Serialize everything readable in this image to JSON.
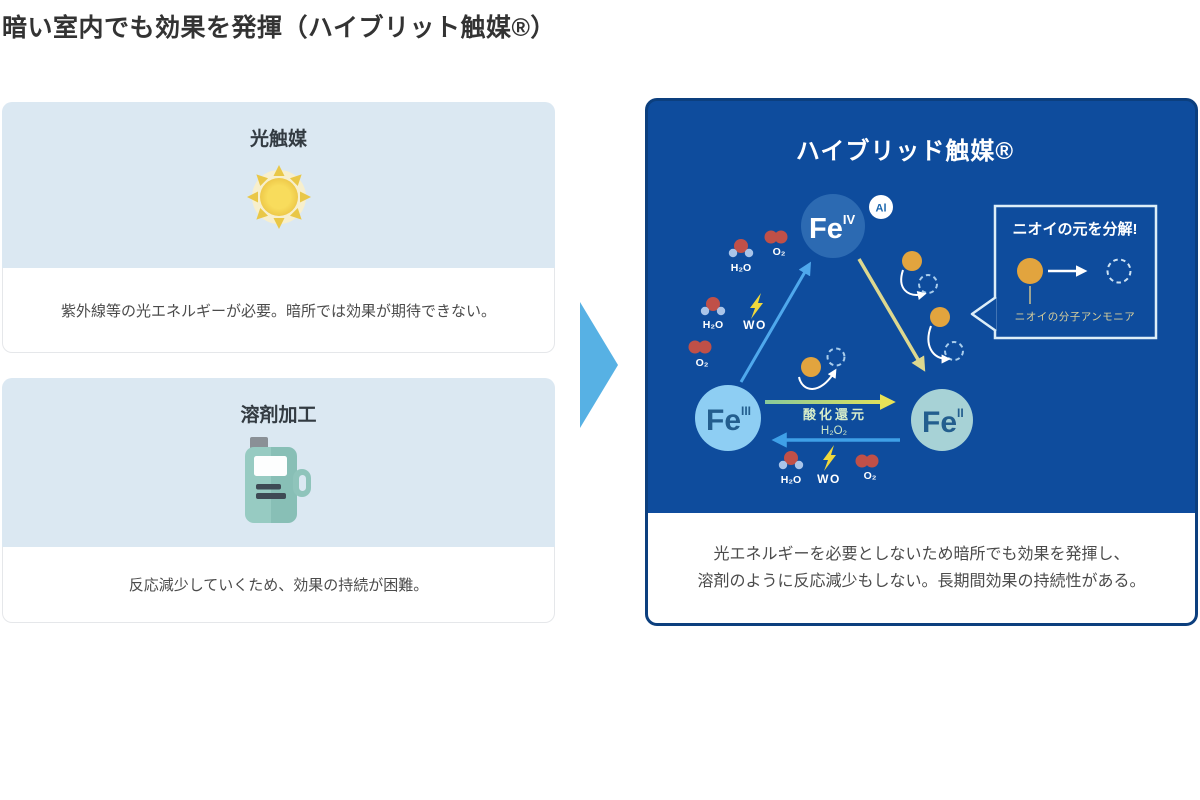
{
  "page": {
    "title": "暗い室内でも効果を発揮（ハイブリット触媒®）"
  },
  "left_cards": [
    {
      "heading": "光触媒",
      "icon": "sun-icon",
      "caption": "紫外線等の光エネルギーが必要。暗所では効果が期待できない。"
    },
    {
      "heading": "溶剤加工",
      "icon": "solvent-jug-icon",
      "caption": "反応減少していくため、効果の持続が困難。"
    }
  ],
  "panel": {
    "title": "ハイブリッド触媒®",
    "nodes": {
      "fe4": {
        "base": "Fe",
        "sup": "IV"
      },
      "fe3": {
        "base": "Fe",
        "sup": "III"
      },
      "fe2": {
        "base": "Fe",
        "sup": "II"
      },
      "al_badge": "Al"
    },
    "labels": {
      "h2o": "H₂O",
      "o2": "O₂",
      "wo": "WO",
      "redox": "酸化還元",
      "h2o2": "H₂O₂"
    },
    "callout": {
      "title": "ニオイの元を分解!",
      "caption": "ニオイの分子アンモニア"
    },
    "caption": {
      "line1": "光エネルギーを必要としないため暗所でも効果を発揮し、",
      "line2": "溶剤のように反応減少もしない。長期間効果の持続性がある。"
    }
  },
  "colors": {
    "panel_bg": "#0e4c9d",
    "panel_border": "#0c3f7e",
    "card_header_bg": "#dbe8f2",
    "flow_arrow": "#57b1e4",
    "fe4_fill": "#2c6ab2",
    "fe3_fill": "#8ecef3",
    "fe2_fill": "#a7d2d6",
    "odor_molecule_orange": "#e2a43e",
    "red_molecule": "#c05048",
    "bolt_yellow": "#f0d83c"
  }
}
